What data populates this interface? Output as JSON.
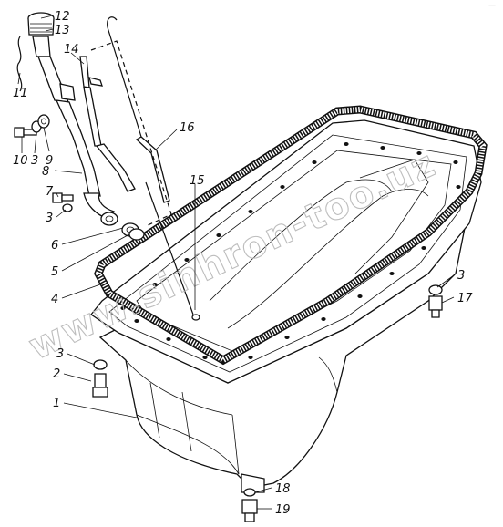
{
  "watermark": "www.sinhron-too.uz",
  "corner_mark": "—",
  "callouts": [
    {
      "id": "c12",
      "text": "12"
    },
    {
      "id": "c13",
      "text": "13"
    },
    {
      "id": "c11",
      "text": "11"
    },
    {
      "id": "c14",
      "text": "14"
    },
    {
      "id": "c16",
      "text": "16"
    },
    {
      "id": "c10",
      "text": "10"
    },
    {
      "id": "c3a",
      "text": "3"
    },
    {
      "id": "c9",
      "text": "9"
    },
    {
      "id": "c8",
      "text": "8"
    },
    {
      "id": "c7",
      "text": "7"
    },
    {
      "id": "c3b",
      "text": "3"
    },
    {
      "id": "c6",
      "text": "6"
    },
    {
      "id": "c5",
      "text": "5"
    },
    {
      "id": "c15",
      "text": "15"
    },
    {
      "id": "c4",
      "text": "4"
    },
    {
      "id": "c3c",
      "text": "3"
    },
    {
      "id": "c17",
      "text": "17"
    },
    {
      "id": "c3d",
      "text": "3"
    },
    {
      "id": "c2",
      "text": "2"
    },
    {
      "id": "c1",
      "text": "1"
    },
    {
      "id": "c18",
      "text": "18"
    },
    {
      "id": "c19",
      "text": "19"
    }
  ]
}
